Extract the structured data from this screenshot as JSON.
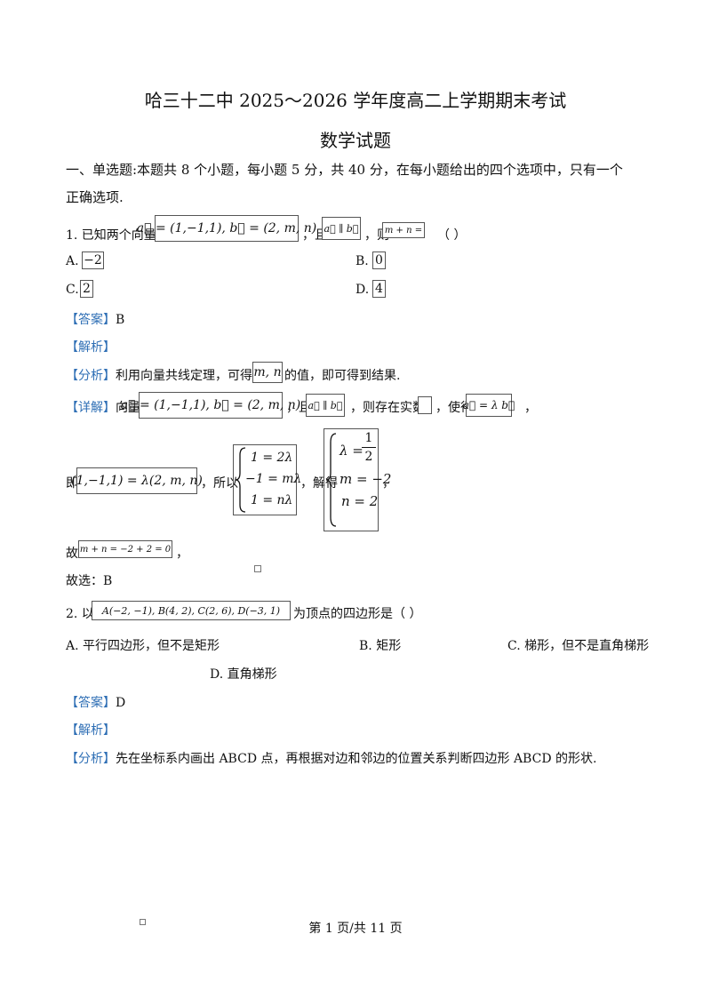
{
  "title": "哈三十二中  2025～2026 学年度高二上学期期末考试",
  "subtitle": "数学试题",
  "section": {
    "line1": "一、单选题:本题共  8 个小题，每小题  5 分，共  40 分，在每小题给出的四个选项中，只有一个",
    "line2": "正确选项."
  },
  "q1": {
    "stem_prefix": "1. 已知两个向量",
    "stem_mid": "，且",
    "stem_mid2": "，则",
    "stem_suffix": "（      ）",
    "formula_vectors": "a⃗ = (1,−1,1), b⃗ = (2, m, n)",
    "formula_parallel": "a⃗ ∥ b⃗",
    "formula_ask": "m + n =",
    "options": [
      {
        "label": "A.",
        "value": "−2"
      },
      {
        "label": "B.",
        "value": "0"
      },
      {
        "label": "C.",
        "value": "2"
      },
      {
        "label": "D.",
        "value": "4"
      }
    ],
    "answer_tag": "【答案】",
    "answer": "B",
    "analysis_tag": "【解析】",
    "fenxi_tag": "【分析】",
    "fenxi_pre": "利用向量共线定理，可得",
    "fenxi_formula": "m, n",
    "fenxi_post": "的值，即可得到结果.",
    "detail_tag": "【详解】",
    "detail_pre": "向量",
    "detail_mid": "，且",
    "detail_mid2": "，则存在实数",
    "detail_mid3": "，使得",
    "detail_end": "，",
    "formula_lambda_box": "",
    "formula_eq": "a⃗ = λ b⃗",
    "ji_pre": "即",
    "ji_formula": "(1,−1,1) = λ(2, m, n)",
    "suoyi": "，所以",
    "system_lines": [
      "1 = 2λ",
      "−1 = mλ",
      "1 = nλ"
    ],
    "jiede": "，解得",
    "solution_lambda": "λ =",
    "solution_num": "1",
    "solution_den": "2",
    "solution_m": "m = −2",
    "solution_n": "n = 2",
    "comma": "，",
    "gu_pre": "故",
    "gu_formula": "m + n = −2 + 2 = 0",
    "gu_end": "，",
    "guxuan": "故选：B"
  },
  "q2": {
    "stem_prefix": "2. 以",
    "points": "A(−2, −1), B(4, 2), C(2, 6), D(−3, 1)",
    "stem_suffix": "为顶点的四边形是（      ）",
    "options": [
      {
        "label": "A.",
        "text": "平行四边形，但不是矩形"
      },
      {
        "label": "B.",
        "text": "矩形"
      },
      {
        "label": "C.",
        "text": "梯形，但不是直角梯形"
      },
      {
        "label": "D.",
        "text": "直角梯形"
      }
    ],
    "answer_tag": "【答案】",
    "answer": "D",
    "analysis_tag": "【解析】",
    "fenxi_tag": "【分析】",
    "fenxi_text": "先在坐标系内画出  ABCD 点，再根据对边和邻边的位置关系判断四边形  ABCD 的形状."
  },
  "footer": "第  1 页/共  11 页"
}
